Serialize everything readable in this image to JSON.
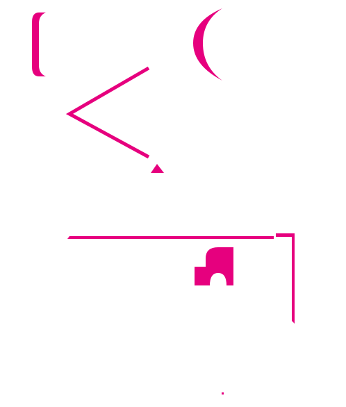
{
  "colors": {
    "background": "#ffffff",
    "accent": "#e6007e"
  },
  "shapes": [
    "left-bracket-shape",
    "crescent-shape",
    "chevron-shape",
    "small-triangle-shape",
    "horizontal-bar-shape",
    "arch-block-shape",
    "right-corner-bracket-shape",
    "small-dot-shape"
  ]
}
